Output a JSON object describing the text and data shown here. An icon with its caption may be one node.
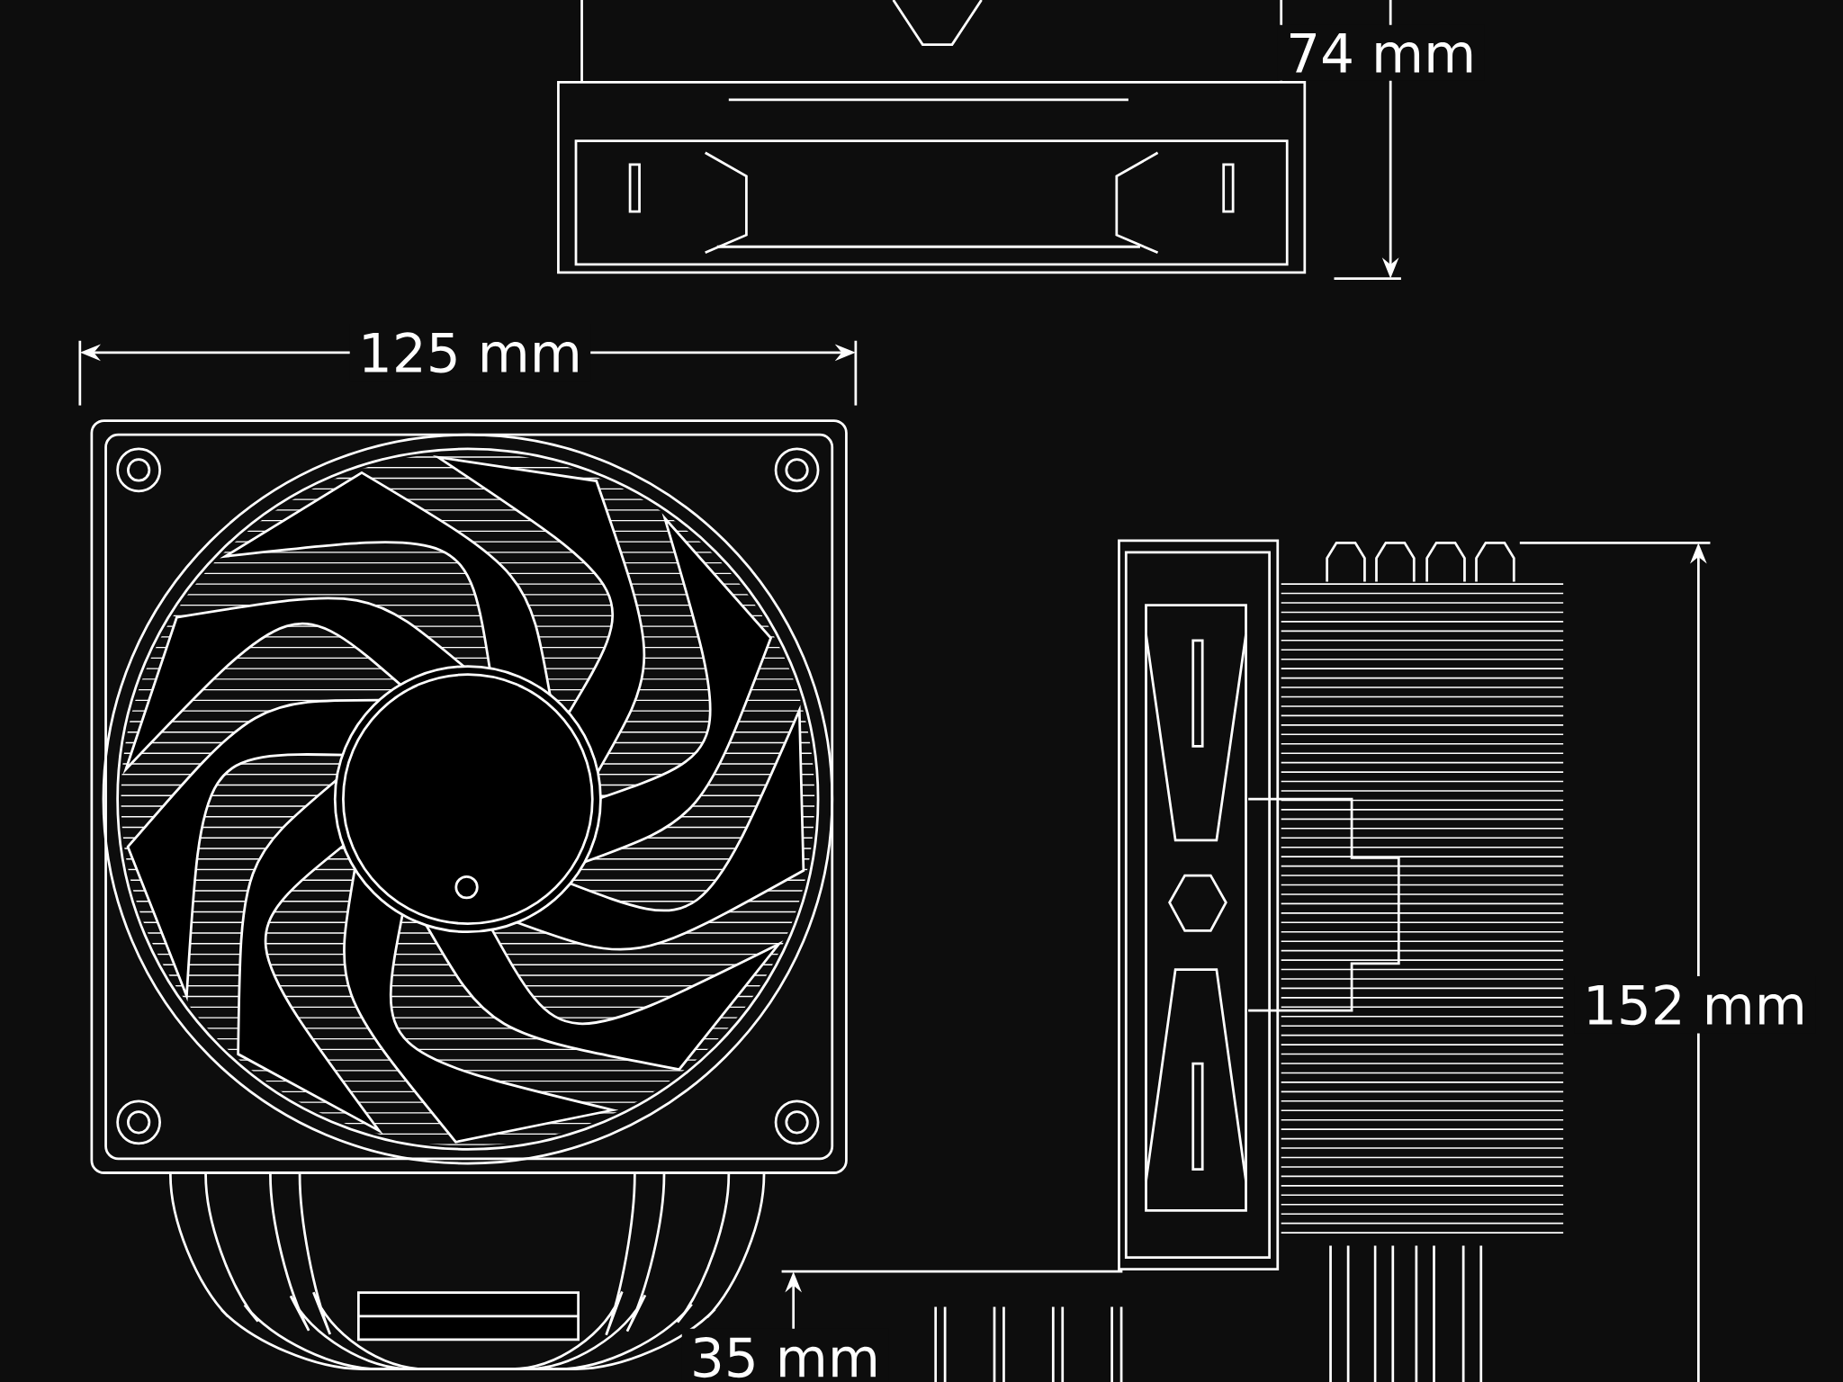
{
  "diagram": {
    "labels": [
      "74 mm",
      "125 mm",
      "152 mm",
      "35 mm"
    ]
  }
}
